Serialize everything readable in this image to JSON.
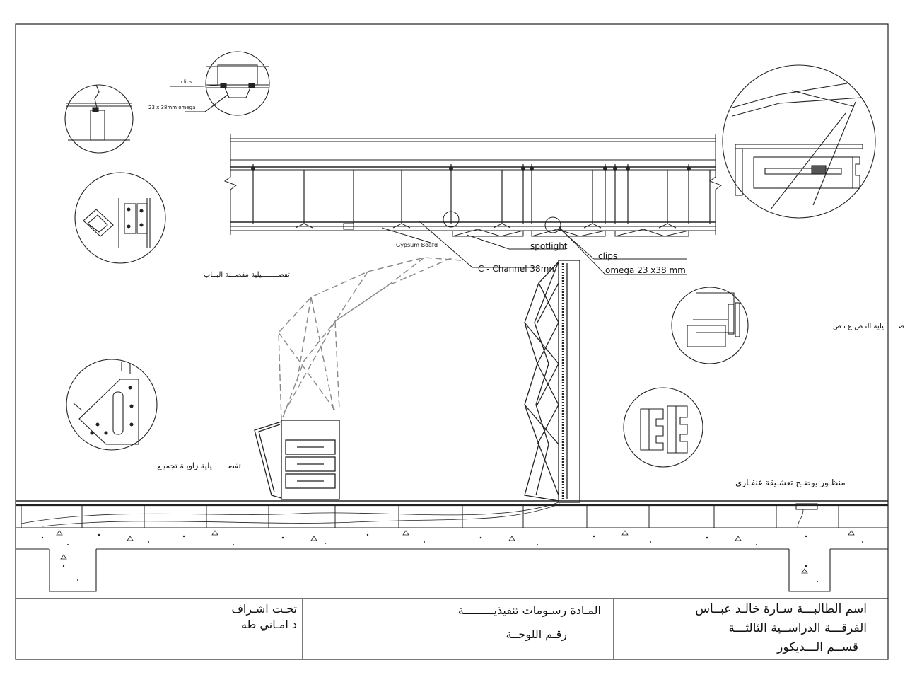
{
  "ceiling_labels": {
    "gypsum_board": "Gypsum Board",
    "c_channel": "C - Channel 38mm",
    "spotlight": "spotlight",
    "clips": "clips",
    "omega": "omega 23 x38 mm"
  },
  "detail_top": {
    "clips": "clips",
    "omega": "23 x 38mm omega"
  },
  "detail_captions": {
    "door_hinge": "تفصــــــــيلية مفصــلة البــاب",
    "corner_bracket": "تفصـــــــيلية زاويـة تجميـع",
    "tongue_groove": "تفصـــــــيلية النـص ع نـص",
    "wardrobe_view": "منظـور يوضـح تعشـيقة غنفـاري"
  },
  "title_block": {
    "supervision_label": "تحـت اشـراف",
    "supervisor": "د امـاني طه",
    "subject": "المـادة رسـومات تنفيذيـــــــــة",
    "sheet_no": "رقـم اللوحــة",
    "student": "اسم الطالبـــة سـارة خالـد عبــاس",
    "year": "الفرقـــة الدراســية الثالثـــة",
    "department": "قســم الـــديكور"
  }
}
